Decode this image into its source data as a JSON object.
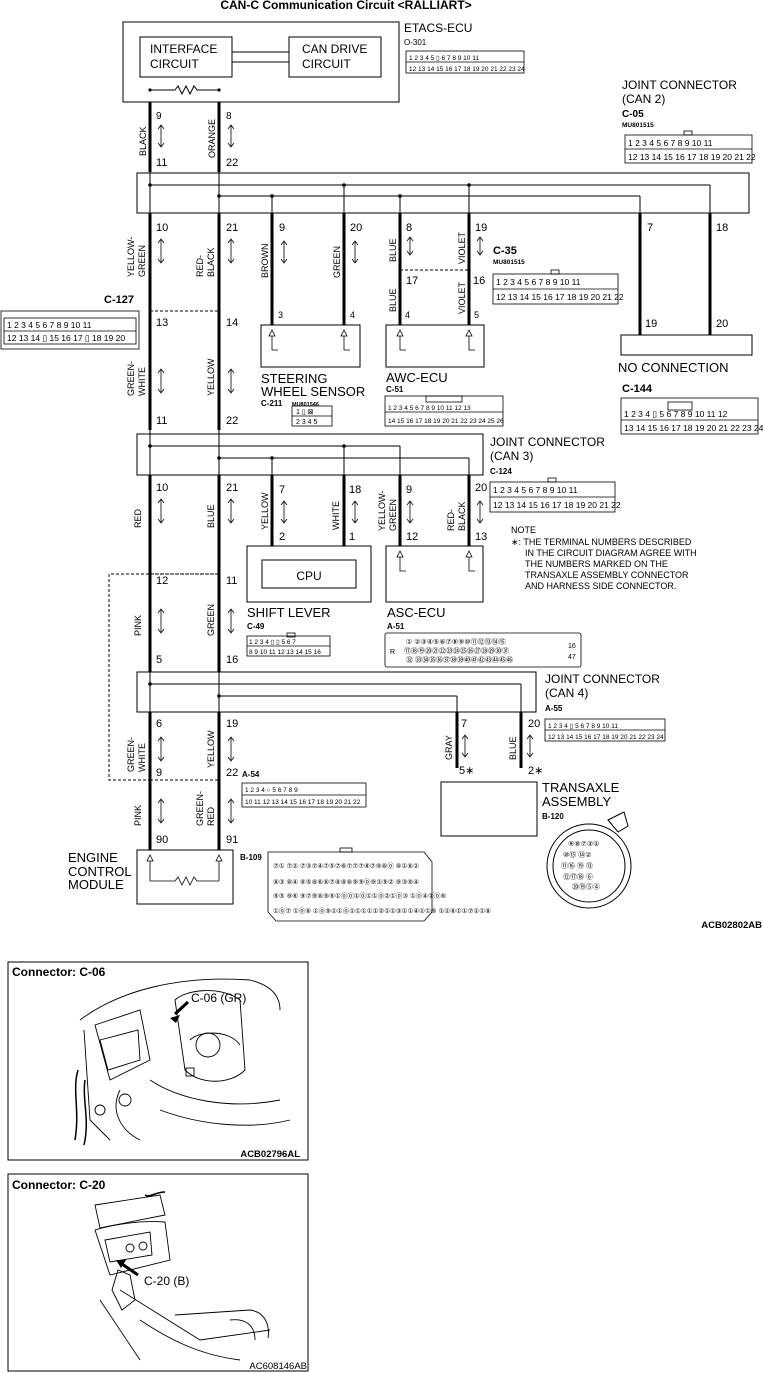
{
  "diagram": {
    "title": "CAN-C Communication Circuit <RALLIART>",
    "code": "ACB02802AB",
    "note": {
      "label": "NOTE",
      "lines": [
        "∗: THE TERMINAL NUMBERS DESCRIBED",
        "IN THE CIRCUIT DIAGRAM AGREE WITH",
        "THE NUMBERS MARKED ON THE",
        "TRANSAXLE ASSEMBLY CONNECTOR",
        "AND HARNESS SIDE CONNECTOR."
      ]
    },
    "etacs": {
      "name": "ETACS-ECU",
      "conn": "O-301",
      "interface": [
        "INTERFACE",
        "CIRCUIT"
      ],
      "can_drive": [
        "CAN DRIVE",
        "CIRCUIT"
      ]
    },
    "joint_can2": {
      "name": [
        "JOINT CONNECTOR",
        "(CAN 2)"
      ],
      "conn": "C-05",
      "part": "MU801515"
    },
    "joint_can3": {
      "name": [
        "JOINT CONNECTOR",
        "(CAN 3)"
      ],
      "conn": "C-124"
    },
    "joint_can4": {
      "name": [
        "JOINT CONNECTOR",
        "(CAN 4)"
      ],
      "conn": "A-55"
    },
    "c127": "C-127",
    "c35": {
      "conn": "C-35",
      "part": "MU801515"
    },
    "steering": {
      "name": [
        "STEERING",
        "WHEEL SENSOR"
      ],
      "conn": "C-211",
      "part": "MU801546"
    },
    "awc": {
      "name": "AWC-ECU",
      "conn": "C-51"
    },
    "no_connection": {
      "name": "NO CONNECTION",
      "conn": "C-144"
    },
    "shift": {
      "name": "SHIFT LEVER",
      "conn": "C-49",
      "cpu": "CPU"
    },
    "asc": {
      "name": "ASC-ECU",
      "conn": "A-51"
    },
    "c54": "A-54",
    "transaxle": {
      "name": [
        "TRANSAXLE",
        "ASSEMBLY"
      ],
      "conn": "B-120"
    },
    "ecm": {
      "name": [
        "ENGINE",
        "CONTROL",
        "MODULE"
      ],
      "conn": "B-109"
    },
    "wires": {
      "black": "BLACK",
      "orange": "ORANGE",
      "yellow_green": [
        "YELLOW-",
        "GREEN"
      ],
      "red_black": [
        "RED-",
        "BLACK"
      ],
      "brown": "BROWN",
      "green": "GREEN",
      "blue": "BLUE",
      "violet": "VIOLET",
      "green_white": [
        "GREEN-",
        "WHITE"
      ],
      "yellow": "YELLOW",
      "red": "RED",
      "white": "WHITE",
      "pink": "PINK",
      "gray": "GRAY",
      "green_red": [
        "GREEN-",
        "RED"
      ]
    },
    "pins": {
      "p9a": "9",
      "p8a": "8",
      "p11a": "11",
      "p22a": "22",
      "p10a": "10",
      "p21a": "21",
      "p9b": "9",
      "p20a": "20",
      "p8b": "8",
      "p19a": "19",
      "p7a": "7",
      "p18a": "18",
      "p17": "17",
      "p16a": "16",
      "p3a": "3",
      "p4a": "4",
      "p4b": "4",
      "p5a": "5",
      "p13": "13",
      "p14": "14",
      "p19b": "19",
      "p20b": "20",
      "p11b": "11",
      "p22b": "22",
      "p10b": "10",
      "p21b": "21",
      "p7b": "7",
      "p18b": "18",
      "p9c": "9",
      "p20c": "20",
      "p2a": "2",
      "p1a": "1",
      "p12a": "12",
      "p13b": "13",
      "p12b": "12",
      "p11c": "11",
      "p5b": "5",
      "p16b": "16",
      "p6": "6",
      "p19c": "19",
      "p7c": "7",
      "p20d": "20",
      "p9d": "9",
      "p22c": "22",
      "p5c": "5∗",
      "p2b": "2∗",
      "p90": "90",
      "p91": "91"
    }
  },
  "panel1": {
    "title": "Connector: C-06",
    "callout": "C-06 (GR)",
    "code": "ACB02796AL"
  },
  "panel2": {
    "title": "Connector: C-20",
    "callout": "C-20 (B)",
    "code": "AC608146AB"
  },
  "colors": {
    "line": "#000000",
    "bg": "#ffffff"
  }
}
